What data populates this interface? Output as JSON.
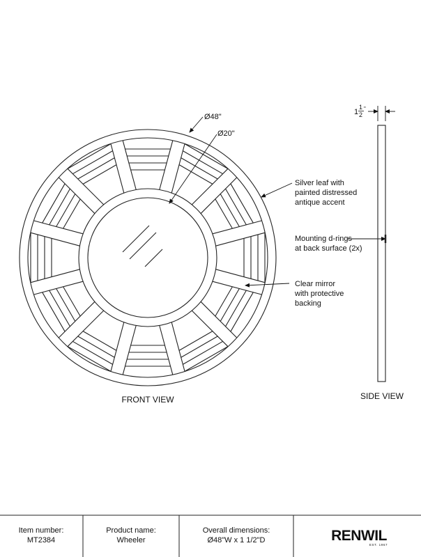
{
  "front_view": {
    "outer_diameter": "Ø48\"",
    "inner_diameter": "Ø20\"",
    "caption": "FRONT VIEW",
    "spoke_count": 12
  },
  "side_view": {
    "depth_whole": "1",
    "depth_num": "1",
    "depth_den": "2",
    "depth_unit": "\"",
    "caption": "SIDE VIEW"
  },
  "callouts": {
    "finish": [
      "Silver leaf with",
      "painted distressed",
      "antique accent"
    ],
    "mounting": [
      "Mounting d-rings",
      "at back surface (2x)"
    ],
    "mirror": [
      "Clear mirror",
      "with protective",
      "backing"
    ]
  },
  "title_block": {
    "item_label": "Item number:",
    "item_value": "MT2384",
    "product_label": "Product name:",
    "product_value": "Wheeler",
    "dims_label": "Overall dimensions:",
    "dims_value": "Ø48\"W x 1 1/2\"D",
    "brand": "RENWIL",
    "brand_sub": "EST. 1967"
  }
}
